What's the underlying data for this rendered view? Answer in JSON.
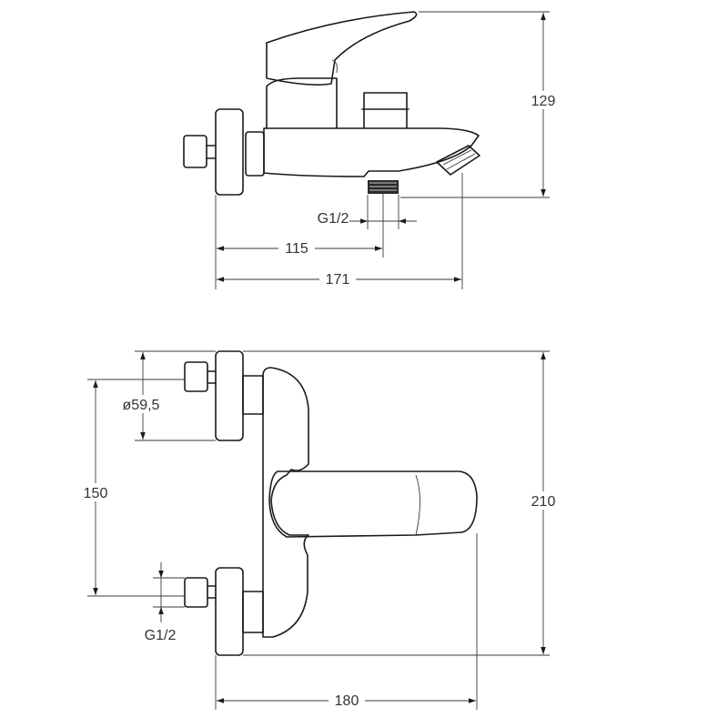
{
  "drawing": {
    "side_view": {
      "height_label": "129",
      "thread_label": "G1/2",
      "outlet_distance_label": "115",
      "total_depth_label": "171"
    },
    "front_view": {
      "flange_diameter_label": "ø59,5",
      "center_distance_label": "150",
      "height_label": "210",
      "thread_label": "G1/2",
      "width_label": "180"
    },
    "line_color": "#1a1a1a"
  }
}
